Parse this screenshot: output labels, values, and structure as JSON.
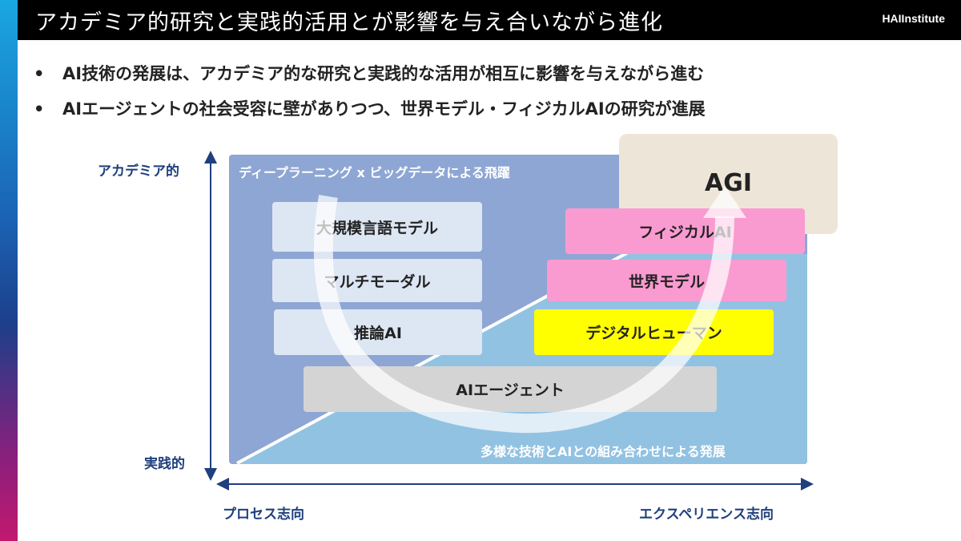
{
  "header": {
    "title": "アカデミア的研究と実践的活用とが影響を与え合いながら進化",
    "logo": "HAIInstitute"
  },
  "bullets": [
    "AI技術の発展は、アカデミア的な研究と実践的な活用が相互に影響を与えながら進む",
    "AIエージェントの社会受容に壁がありつつ、世界モデル・フィジカルAIの研究が進展"
  ],
  "bullet_marker": "•",
  "axes": {
    "y_top": "アカデミア的",
    "y_bottom": "実践的",
    "x_left": "プロセス志向",
    "x_right": "エクスペリエンス志向"
  },
  "regions": {
    "upper": "ディープラーニング x ビッグデータによる飛躍",
    "lower": "多様な技術とAIとの組み合わせによる発展"
  },
  "boxes": {
    "llm": "大規模言語モデル",
    "multimodal": "マルチモーダル",
    "reasoning": "推論AI",
    "agent": "AIエージェント",
    "digital_human": "デジタルヒューマン",
    "world_model": "世界モデル",
    "physical_ai": "フィジカルAI",
    "agi": "AGI"
  },
  "colors": {
    "upper_region": "#8ea6d4",
    "lower_region": "#92c2e2",
    "pink": "#f99bd0",
    "yellow": "#ffff00",
    "axis": "#1f3f7e"
  }
}
